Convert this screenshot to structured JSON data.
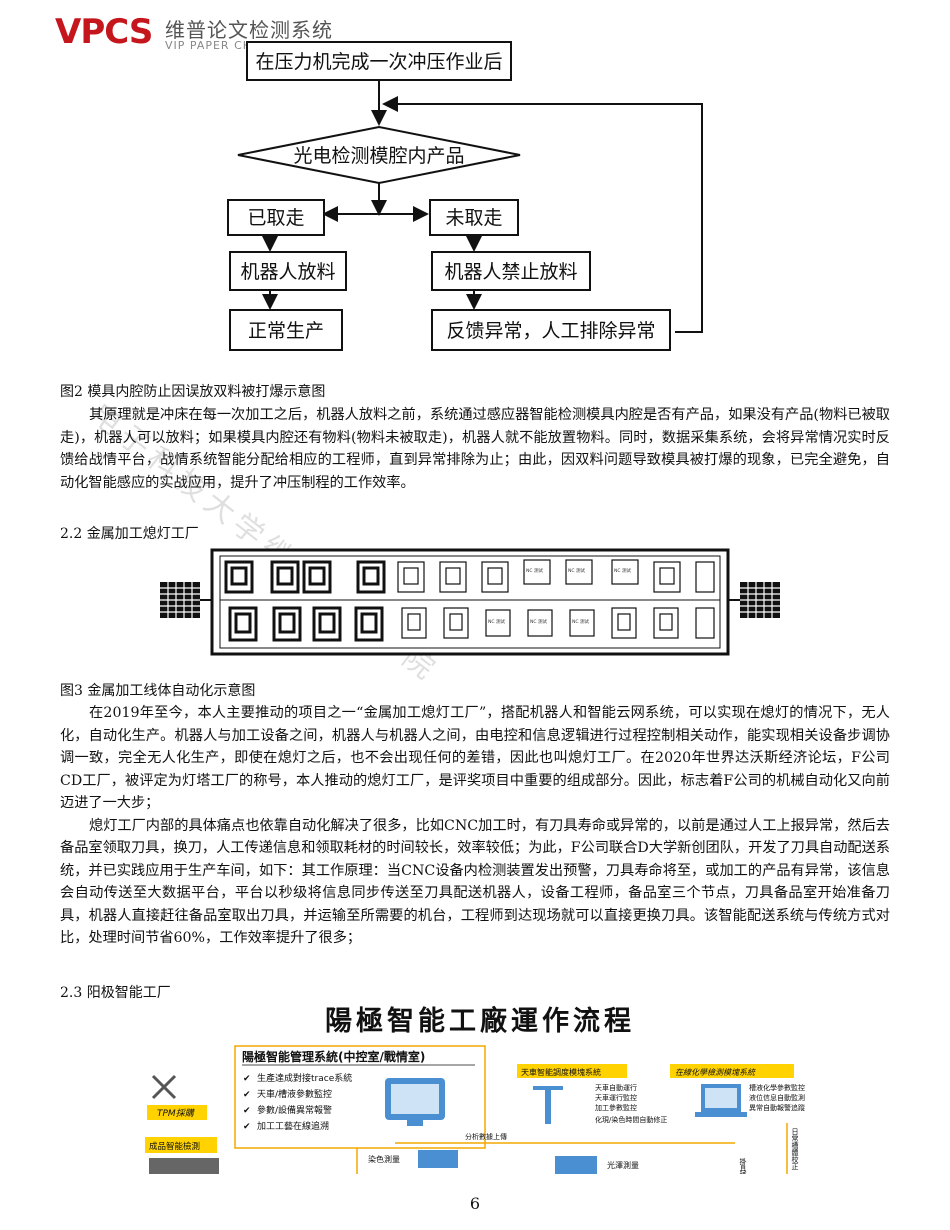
{
  "logo": {
    "mark": "VPCS",
    "cn": "维普论文检测系统",
    "en": "VIP PAPER CHECK SYSTEM"
  },
  "watermark": "电子科技大学继续教育学院",
  "flowchart": {
    "top": "在压力机完成一次冲压作业后",
    "decision": "光电检测模腔内产品",
    "left_branch": "已取走",
    "right_branch": "未取走",
    "left_action": "机器人放料",
    "right_action": "机器人禁止放料",
    "left_result": "正常生产",
    "right_result": "反馈异常，人工排除异常"
  },
  "fig2_caption": "图2 模具内腔防止因误放双料被打爆示意图",
  "para1": "其原理就是冲床在每一次加工之后，机器人放料之前，系统通过感应器智能检测模具内腔是否有产品，如果没有产品(物料已被取走)，机器人可以放料；如果模具内腔还有物料(物料未被取走)，机器人就不能放置物料。同时，数据采集系统，会将异常情况实时反馈给战情平台，战情系统智能分配给相应的工程师，直到异常排除为止；由此，因双料问题导致模具被打爆的现象，已完全避免，自动化智能感应的实战应用，提升了冲压制程的工作效率。",
  "sec22": "2.2 金属加工熄灯工厂",
  "plant_labels": [
    "NC 测试",
    "NC 测试",
    "NC 测试",
    "NC 测试",
    "NC 测试",
    "NC 测试"
  ],
  "fig3_caption": "图3 金属加工线体自动化示意图",
  "para2": "在2019年至今，本人主要推动的项目之一“金属加工熄灯工厂”，搭配机器人和智能云网系统，可以实现在熄灯的情况下，无人化，自动化生产。机器人与加工设备之间，机器人与机器人之间，由电控和信息逻辑进行过程控制相关动作，能实现相关设备步调协调一致，完全无人化生产，即使在熄灯之后，也不会出现任何的差错，因此也叫熄灯工厂。在2020年世界达沃斯经济论坛，F公司CD工厂，被评定为灯塔工厂的称号，本人推动的熄灯工厂，是评奖项目中重要的组成部分。因此，标志着F公司的机械自动化又向前迈进了一大步；",
  "para3": "熄灯工厂内部的具体痛点也依靠自动化解决了很多，比如CNC加工时，有刀具寿命或异常的，以前是通过人工上报异常，然后去备品室领取刀具，换刀，人工传递信息和领取耗材的时间较长，效率较低；为此，F公司联合D大学新创团队，开发了刀具自动配送系统，并已实践应用于生产车间，如下：其工作原理：当CNC设备内检测装置发出预警，刀具寿命将至，或加工的产品有异常，该信息会自动传送至大数据平台，平台以秒级将信息同步传送至刀具配送机器人，设备工程师，备品室三个节点，刀具备品室开始准备刀具，机器人直接赶往备品室取出刀具，并运输至所需要的机台，工程师到达现场就可以直接更换刀具。该智能配送系统与传统方式对比，处理时间节省60%，工作效率提升了很多；",
  "sec23": "2.3 阳极智能工厂",
  "yang": {
    "title": "陽極智能工廠運作流程",
    "mgmt_title": "陽極智能管理系統(中控室/戰情室)",
    "checks": [
      "生產達成對接trace系統",
      "天車/槽液參數監控",
      "參數/設備異常報警",
      "加工工藝在線追溯"
    ],
    "tpm": "TPM採購",
    "finished": "成品智能檢測",
    "crane_title": "天車智能調度模塊系統",
    "crane_items": [
      "天車自動運行",
      "天車運行監控",
      "加工參數監控"
    ],
    "crane_note": "化現/染色時間自動修正",
    "chem_title": "在線化學檢測模塊系統",
    "chem_items": [
      "槽液化學參數監控",
      "液位信息自動監測",
      "異常自動報警追蹤"
    ],
    "upload": "分析數據上傳",
    "dye": "染色測量",
    "gloss": "光澤測量",
    "daily": "日常槽體校正",
    "rack": "掛具槽"
  },
  "page_number": "6"
}
